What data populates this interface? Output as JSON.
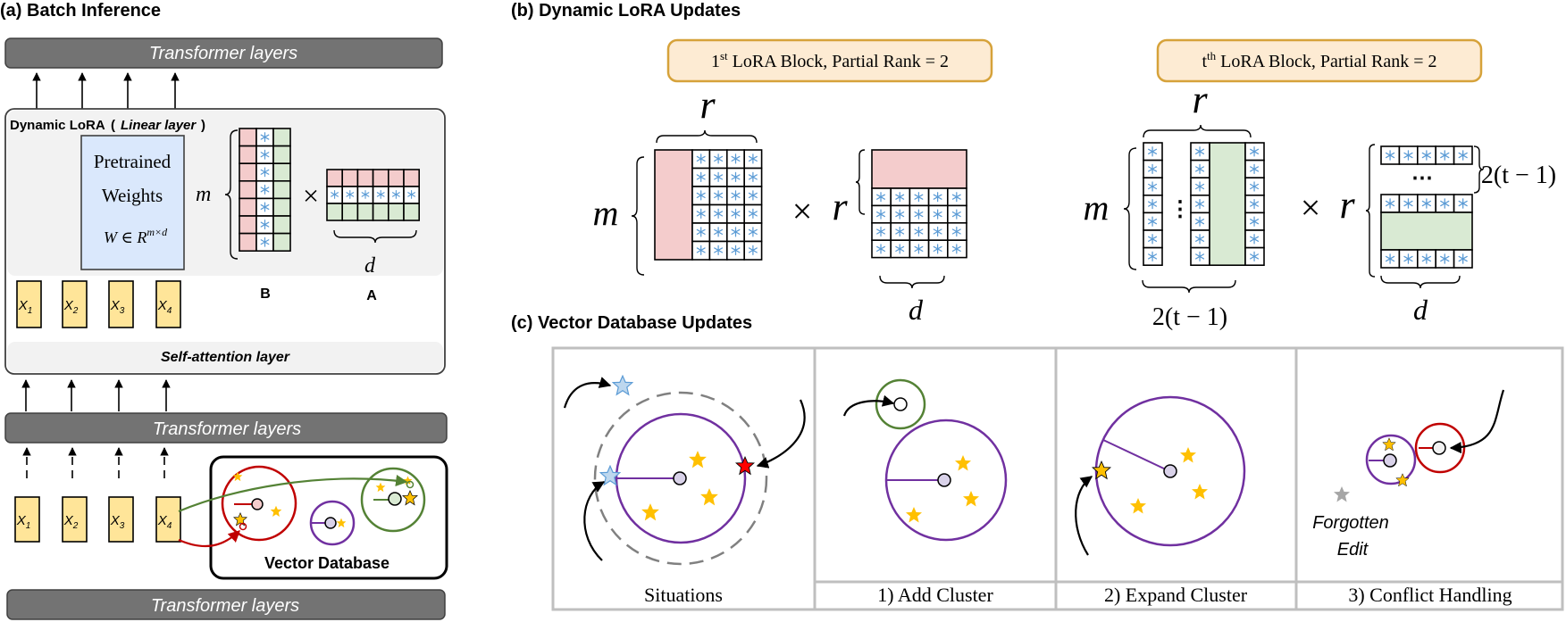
{
  "panel_a": {
    "title": "(a) Batch Inference",
    "transformer_label": "Transformer layers",
    "dynamic_lora_label": "Dynamic LoRA",
    "linear_layer_label": "Linear layer",
    "pretrained_line1": "Pretrained",
    "pretrained_line2": "Weights",
    "weight_formula": "W ∈ R",
    "weight_formula_sup": "m×d",
    "m_label": "m",
    "times": "×",
    "d_label": "d",
    "b_label": "B",
    "a_label": "A",
    "self_attention_label": "Self-attention layer",
    "tokens": [
      "X",
      "X",
      "X",
      "X"
    ],
    "token_subscripts": [
      "1",
      "2",
      "3",
      "4"
    ],
    "vector_db_label": "Vector Database"
  },
  "panel_b": {
    "title": "(b) Dynamic LoRA Updates",
    "block1_prefix": "1",
    "block1_sup": "st",
    "block1_suffix": " LoRA Block, Partial Rank = 2",
    "blockt_prefix": "t",
    "blockt_sup": "th",
    "blockt_suffix": " LoRA Block, Partial Rank = 2",
    "r_label": "r",
    "m_label": "m",
    "d_label": "d",
    "times": "×",
    "two_t_minus_1": "2(t − 1)",
    "dots": "⋯",
    "vdots": "⋮"
  },
  "panel_c": {
    "title": "(c) Vector Database Updates",
    "captions": [
      "Situations",
      "1) Add Cluster",
      "2) Expand Cluster",
      "3) Conflict Handling"
    ],
    "forgotten_line1": "Forgotten",
    "forgotten_line2": "Edit"
  },
  "colors": {
    "pink": "#f4cccc",
    "green": "#d9ead3",
    "blue_light": "#dae8fc",
    "token_yellow": "#ffe599",
    "transformer_gray": "#737373",
    "purple": "#7030a0",
    "red": "#c00000",
    "dark_green": "#548235",
    "star_gold": "#ffc000",
    "snow_blue": "#5b9bd5"
  }
}
